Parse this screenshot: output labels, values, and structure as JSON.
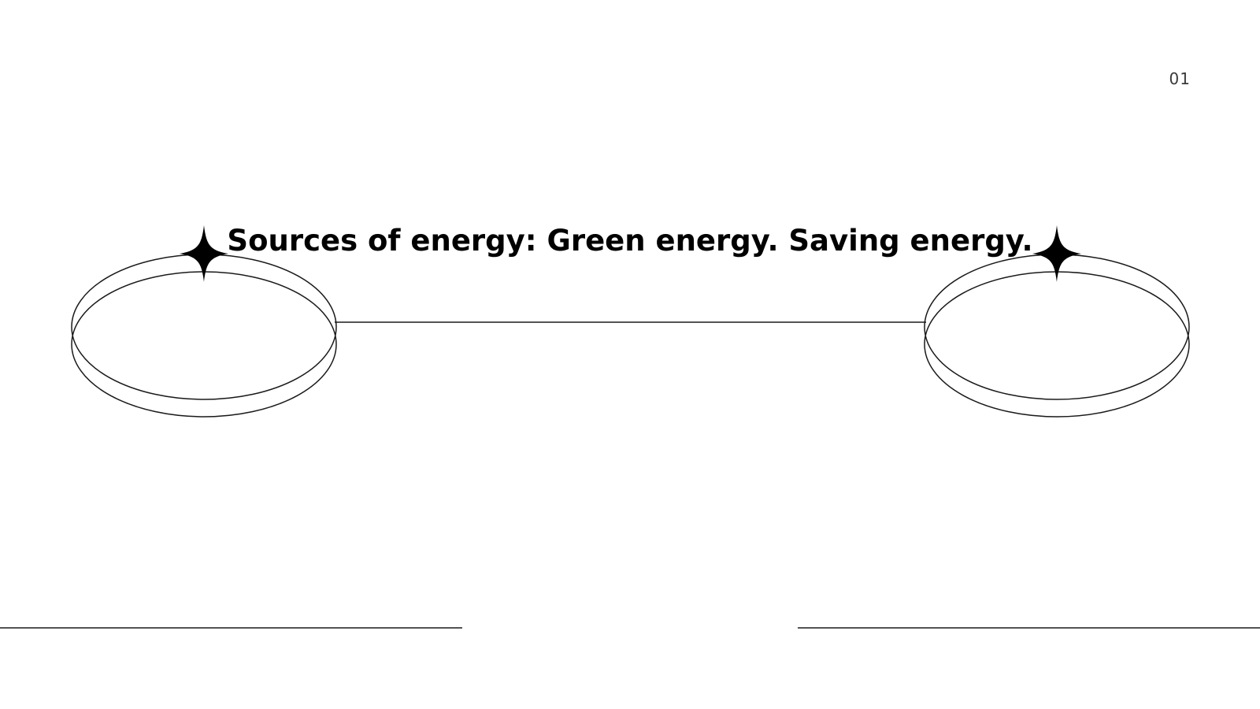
{
  "slide": {
    "page_number": "01",
    "title": "Sources of energy: Green energy. Saving energy."
  },
  "decor": {
    "icons": [
      "sparkle-icon-left",
      "sparkle-icon-right"
    ],
    "line_color": "#1a1a1a",
    "text_color": "#000000",
    "background_color": "#ffffff"
  }
}
